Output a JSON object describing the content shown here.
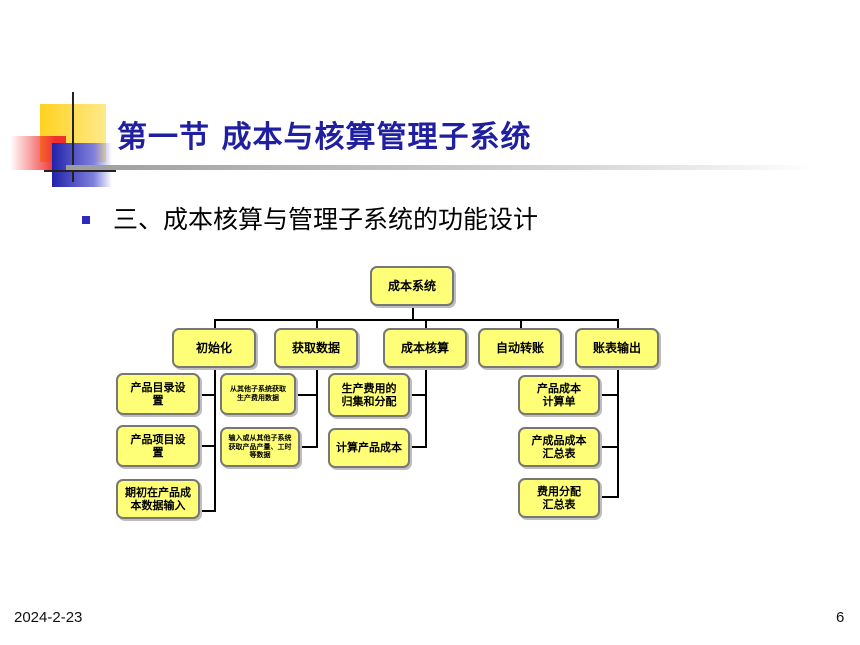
{
  "header": {
    "title": "第一节 成本与核算管理子系统"
  },
  "content": {
    "bullet_text": "三、成本核算与管理子系统的功能设计"
  },
  "diagram": {
    "root": "成本系统",
    "level1": [
      "初始化",
      "获取数据",
      "成本核算",
      "自动转账",
      "账表输出"
    ],
    "init_children": [
      "产品目录设置",
      "产品项目设置",
      "期初在产品成本数据输入"
    ],
    "data_children": [
      "从其他子系统获取生产费用数据",
      "输入或从其他子系统获取产品产量、工时等数据"
    ],
    "cost_children": [
      "生产费用的归集和分配",
      "计算产品成本"
    ],
    "output_children": [
      "产品成本计算单",
      "产成品成本汇总表",
      "费用分配汇总表"
    ]
  },
  "footer": {
    "date": "2024-2-23",
    "page": "6"
  },
  "colors": {
    "title": "#1f1f9f",
    "box_fill": "#ffff77",
    "bullet": "#2b2bbf",
    "deco_yellow": "#ffd21f",
    "deco_red": "#f03030",
    "deco_blue": "#2222aa"
  }
}
